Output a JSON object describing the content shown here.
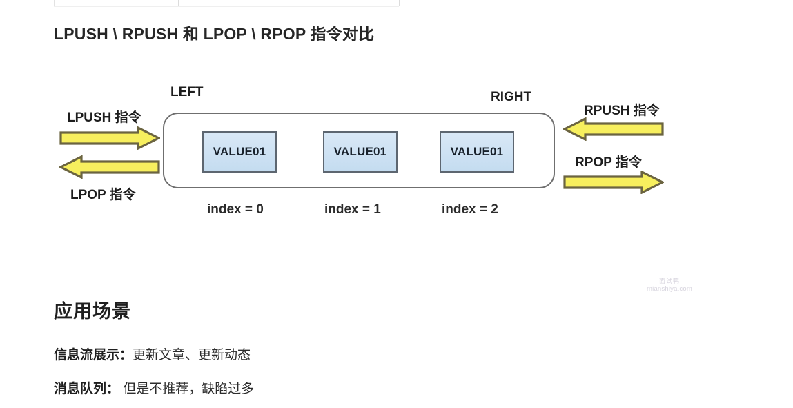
{
  "page_title": "LPUSH \\ RPUSH 和 LPOP \\ RPOP 指令对比",
  "diagram": {
    "left_label": "LEFT",
    "right_label": "RIGHT",
    "arrows": [
      {
        "id": "lpush",
        "caption": "LPUSH 指令",
        "direction": "right",
        "side": "left"
      },
      {
        "id": "lpop",
        "caption": "LPOP 指令",
        "direction": "left",
        "side": "left"
      },
      {
        "id": "rpush",
        "caption": "RPUSH 指令",
        "direction": "left",
        "side": "right"
      },
      {
        "id": "rpop",
        "caption": "RPOP 指令",
        "direction": "right",
        "side": "right"
      }
    ],
    "elements": [
      {
        "value": "VALUE01",
        "index_label": "index = 0"
      },
      {
        "value": "VALUE01",
        "index_label": "index = 1"
      },
      {
        "value": "VALUE01",
        "index_label": "index = 2"
      }
    ],
    "colors": {
      "arrow_fill": "#f7ef5e",
      "arrow_stroke": "#6b6440",
      "box_fill": "#cadef0",
      "box_stroke": "#5d6670",
      "container_stroke": "#6f6f6f"
    }
  },
  "watermark": {
    "cn": "面试鸭",
    "url": "mianshiya.com"
  },
  "section": {
    "heading": "应用场景",
    "scenarios": [
      {
        "term": "信息流展示：",
        "detail": "更新文章、更新动态"
      },
      {
        "term": "消息队列：",
        "detail": " 但是不推荐，缺陷过多"
      }
    ]
  }
}
